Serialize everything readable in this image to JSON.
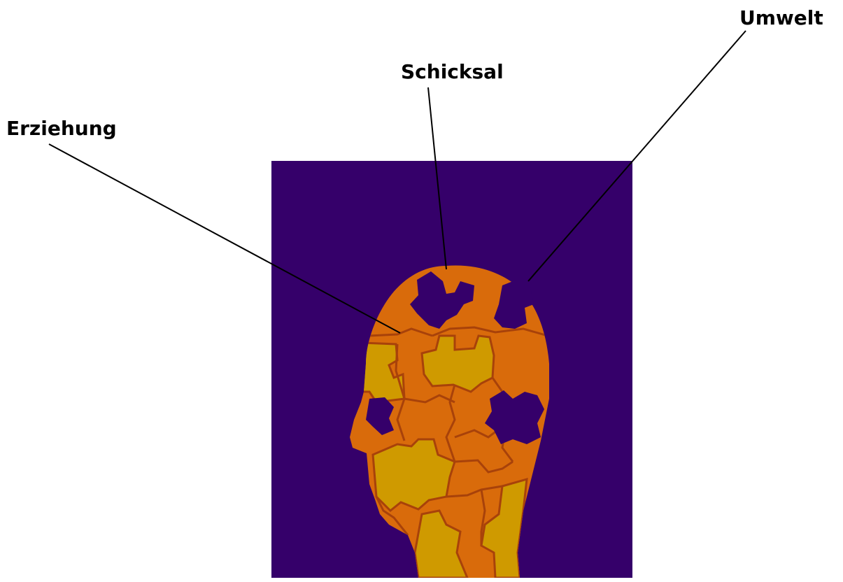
{
  "labels": {
    "umwelt": "Umwelt",
    "schicksal": "Schicksal",
    "erziehung": "Erziehung"
  },
  "colors": {
    "background": "#35006a",
    "piece_orange": "#d96b0b",
    "piece_yellow": "#cf9a00",
    "piece_outline": "#a8420a",
    "line": "#000000"
  }
}
